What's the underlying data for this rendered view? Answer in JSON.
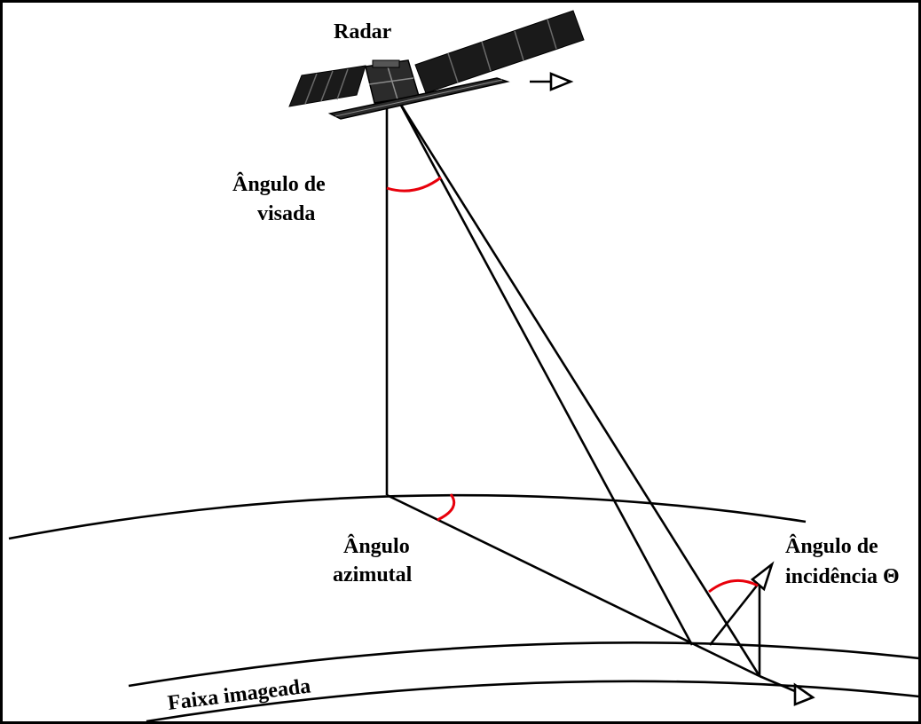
{
  "labels": {
    "radar": "Radar",
    "look_angle_line1": "Ângulo de",
    "look_angle_line2": "visada",
    "azimuth_line1": "Ângulo",
    "azimuth_line2": "azimutal",
    "incidence_line1": "Ângulo de",
    "incidence_line2": "incidência Θ",
    "swath": "Faixa imageada"
  },
  "icons": {
    "satellite": "satellite-icon",
    "flight_direction": "arrow-right-icon",
    "reflection": "arrow-icon"
  },
  "colors": {
    "lines": "#000000",
    "angle_arcs": "#e8000b",
    "frame": "#000000",
    "background": "#ffffff"
  }
}
